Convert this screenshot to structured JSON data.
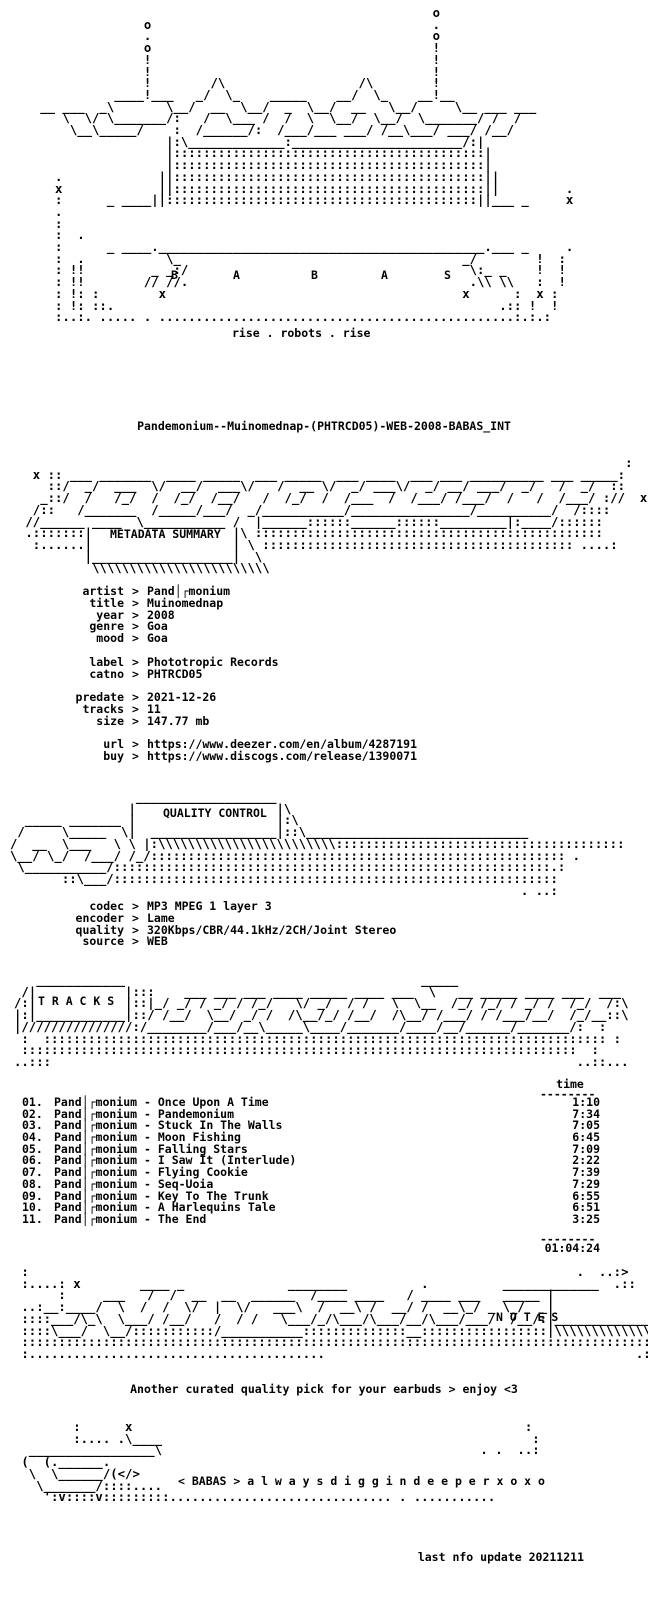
{
  "header": {
    "letters": [
      "B",
      "A",
      "B",
      "A",
      "S"
    ],
    "tagline": "rise . robots . rise"
  },
  "release_name": "Pandemonium--Muinomednap-(PHTRCD05)-WEB-2008-BABAS_INT",
  "sections": {
    "metadata_title": "METADATA SUMMARY",
    "quality_title": "QUALITY CONTROL",
    "tracks_title": "T R A C K S",
    "notes_title": "N O T E S"
  },
  "metadata": {
    "artist": {
      "key": "artist",
      "value": "Pand│┌monium"
    },
    "title": {
      "key": "title",
      "value": "Muinomednap"
    },
    "year": {
      "key": "year",
      "value": "2008"
    },
    "genre": {
      "key": "genre",
      "value": "Goa"
    },
    "mood": {
      "key": "mood",
      "value": "Goa"
    },
    "label": {
      "key": "label",
      "value": "Phototropic Records"
    },
    "catno": {
      "key": "catno",
      "value": "PHTRCD05"
    },
    "predate": {
      "key": "predate",
      "value": "2021-12-26"
    },
    "tracks": {
      "key": "tracks",
      "value": "11"
    },
    "size": {
      "key": "size",
      "value": "147.77 mb"
    },
    "url": {
      "key": "url",
      "value": "https://www.deezer.com/en/album/4287191"
    },
    "buy": {
      "key": "buy",
      "value": "https://www.discogs.com/release/1390071"
    }
  },
  "quality": {
    "codec": {
      "key": "codec",
      "value": "MP3 MPEG 1 layer 3"
    },
    "encoder": {
      "key": "encoder",
      "value": "Lame"
    },
    "quality": {
      "key": "quality",
      "value": "320Kbps/CBR/44.1kHz/2CH/Joint Stereo"
    },
    "source": {
      "key": "source",
      "value": "WEB"
    }
  },
  "separator": ">",
  "tracklist": {
    "time_header": "time",
    "rule": "--------",
    "items": [
      {
        "no": "01.",
        "name": "Pand│┌monium - Once Upon A Time",
        "time": "1:10"
      },
      {
        "no": "02.",
        "name": "Pand│┌monium - Pandemonium",
        "time": "7:34"
      },
      {
        "no": "03.",
        "name": "Pand│┌monium - Stuck In The Walls",
        "time": "7:05"
      },
      {
        "no": "04.",
        "name": "Pand│┌monium - Moon Fishing",
        "time": "6:45"
      },
      {
        "no": "05.",
        "name": "Pand│┌monium - Falling Stars",
        "time": "7:09"
      },
      {
        "no": "06.",
        "name": "Pand│┌monium - I Saw It (Interlude)",
        "time": "2:22"
      },
      {
        "no": "07.",
        "name": "Pand│┌monium - Flying Cookie",
        "time": "7:39"
      },
      {
        "no": "08.",
        "name": "Pand│┌monium - Seq-Uoia",
        "time": "7:29"
      },
      {
        "no": "09.",
        "name": "Pand│┌monium - Key To The Trunk",
        "time": "6:55"
      },
      {
        "no": "10.",
        "name": "Pand│┌monium - A Harlequins Tale",
        "time": "6:51"
      },
      {
        "no": "11.",
        "name": "Pand│┌monium - The End",
        "time": "3:25"
      }
    ],
    "total": "01:04:24"
  },
  "notes": "Another curated quality pick for your earbuds > enjoy <3",
  "footer": {
    "slogan": "< BABAS > a l w a y s d i g g i n d e e p e r x o x o",
    "update": "last nfo update 20211211"
  }
}
